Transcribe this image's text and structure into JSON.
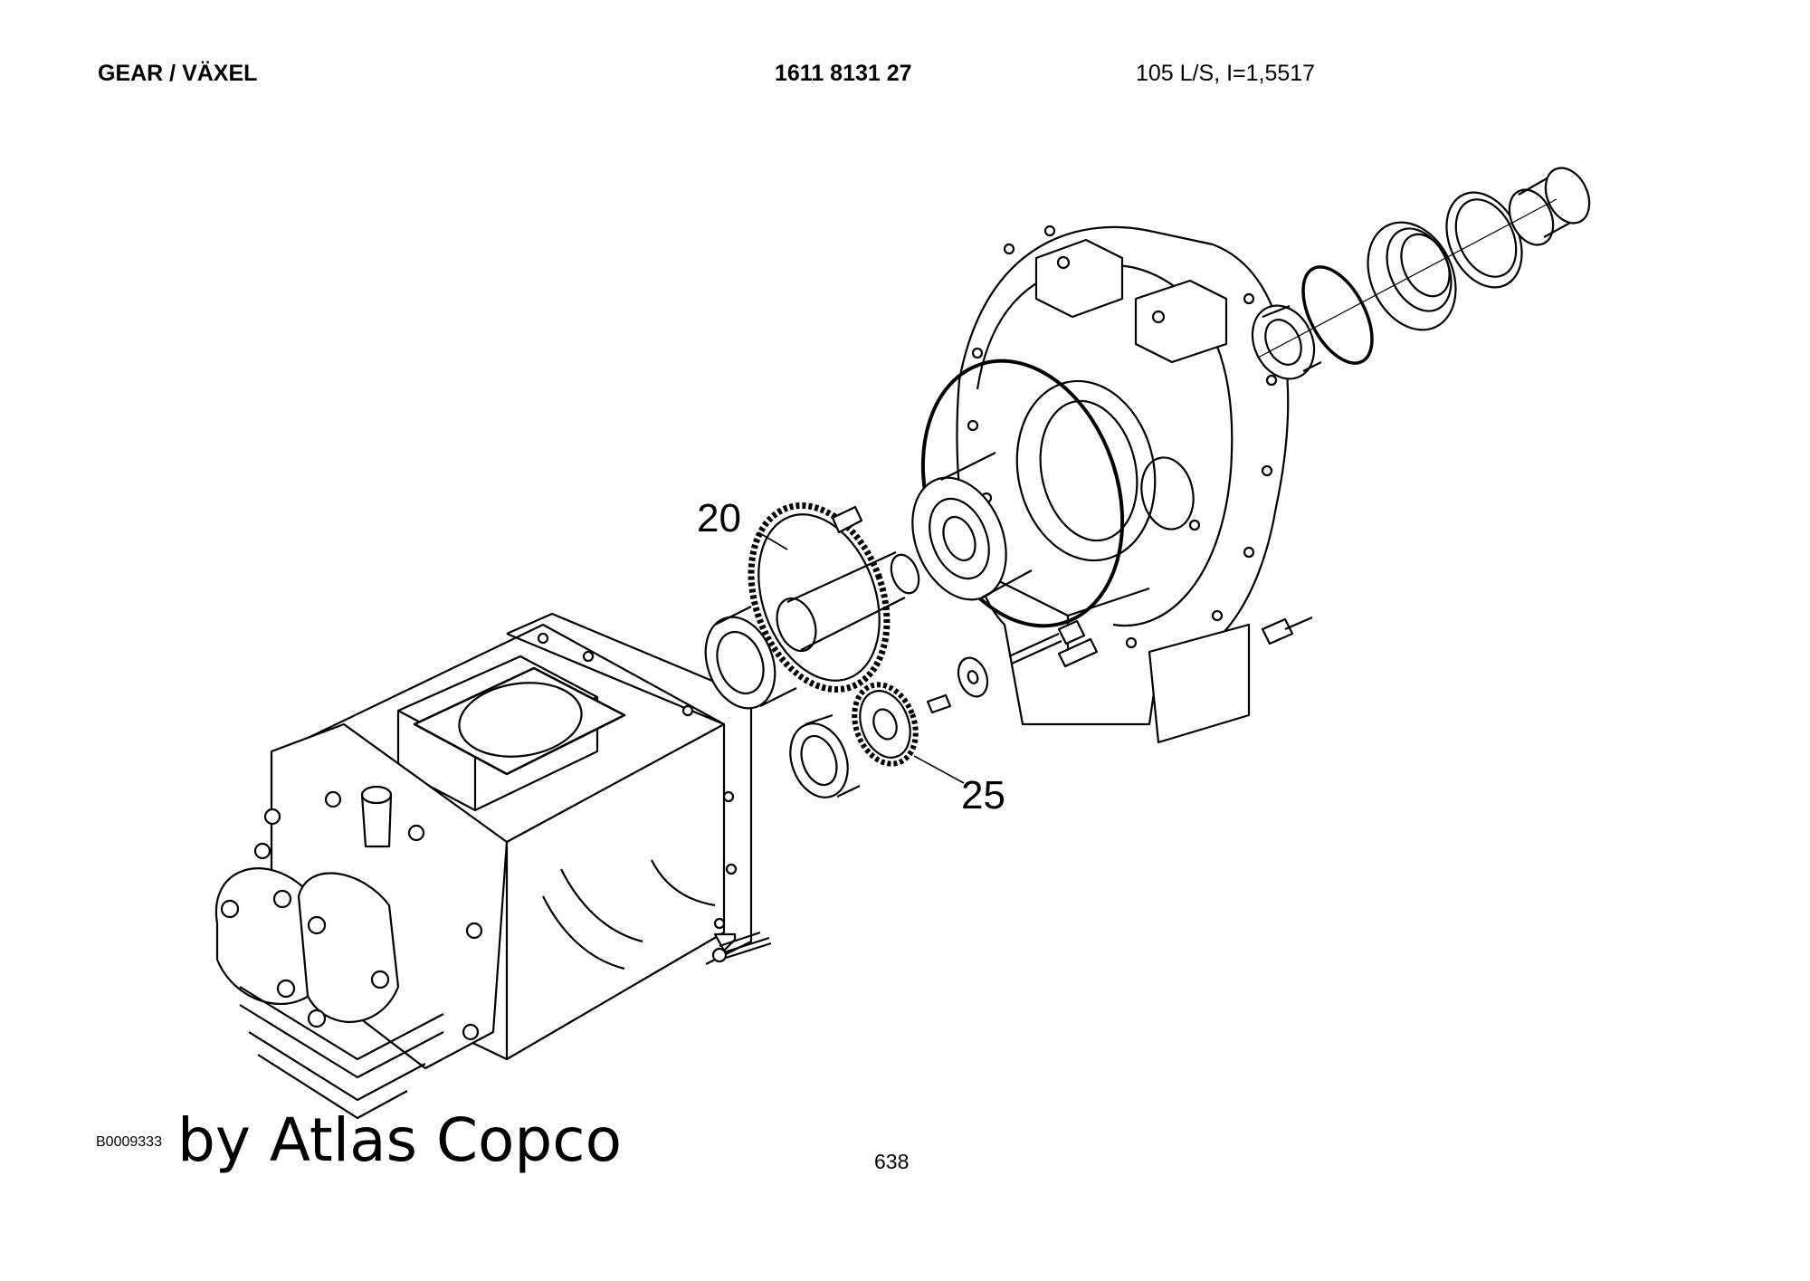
{
  "header": {
    "title": "GEAR / VÄXEL",
    "part_number": "1611 8131 27",
    "spec": "105 L/S, I=1,5517"
  },
  "callouts": [
    "20",
    "25"
  ],
  "footer": {
    "drawing_code": "B0009333",
    "watermark": "by Atlas Copco",
    "page_number": "638"
  }
}
